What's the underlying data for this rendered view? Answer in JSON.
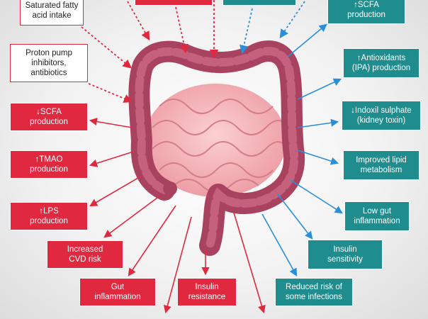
{
  "boxes": {
    "saturated_fat": "Saturated fatty\nacid intake",
    "ppi": "Proton pump\ninhibitors,\nantibiotics",
    "scfa_down": "↓SCFA\nproduction",
    "tmao_up": "↑TMAO\nproduction",
    "lps_up": "↑LPS\nproduction",
    "cvd_risk": "Increased\nCVD risk",
    "gut_inflammation": "Gut\ninflammation",
    "insulin_resistance": "Insulin\nresistance",
    "scfa_up": "↑SCFA\nproduction",
    "antioxidants": "↑Antioxidants\n(IPA) production",
    "indoxil": "↓Indoxil sulphate\n(kidney toxin)",
    "lipid": "Improved lipid\nmetabolism",
    "low_gut": "Low gut\ninflammation",
    "insulin_sensitivity": "Insulin\nsensitivity",
    "reduced_risk": "Reduced risk of\nsome infections"
  },
  "colors": {
    "red": "#e0293f",
    "teal": "#1f8c8e",
    "blue_arrow": "#2a8fd8",
    "colon": "#a9425f",
    "small_intestine": "#f2a9ad"
  }
}
